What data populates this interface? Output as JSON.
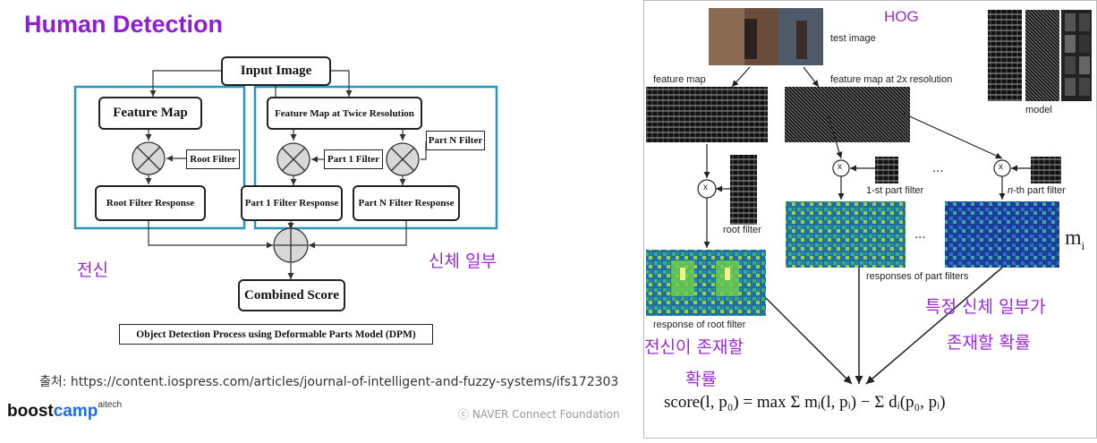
{
  "slide": {
    "title": "Human Detection",
    "source": "출처: https://content.iospress.com/articles/journal-of-intelligent-and-fuzzy-systems/ifs172303",
    "logo": {
      "main": "boost",
      "accent": "camp",
      "sup": "aitech"
    },
    "copyright": "ⓒ NAVER Connect Foundation"
  },
  "dpm_diagram": {
    "input": "Input Image",
    "feature_map": "Feature Map",
    "feature_map_2x": "Feature Map at Twice Resolution",
    "root_filter": "Root Filter",
    "part1_filter": "Part 1 Filter",
    "partN_filter": "Part N Filter",
    "root_response": "Root Filter Response",
    "part1_response": "Part 1 Filter Response",
    "partN_response": "Part N Filter Response",
    "combined": "Combined Score",
    "caption": "Object Detection Process using Deformable Parts Model (DPM)",
    "label_whole": "전신",
    "label_parts": "신체 일부"
  },
  "hog_figure": {
    "hog": "HOG",
    "test_image": "test image",
    "feature_map": "feature map",
    "feature_map_2x": "feature map at 2x resolution",
    "model": "model",
    "x_symbol": "x",
    "dots": "...",
    "part1_filter": "1-st part filter",
    "partn_filter_italic": "n",
    "partn_filter_rest": "-th part filter",
    "root_filter": "root filter",
    "m_i": "m",
    "m_i_sub": "i",
    "responses_parts": "responses of part filters",
    "response_root": "response of root filter",
    "annot_whole_line1": "전신이 존재할",
    "annot_whole_line2": "확률",
    "annot_part_line1": "특정 신체 일부가",
    "annot_part_line2": "존재할 확률",
    "formula": "score(l, p₀) = max Σ mᵢ(l, pᵢ) − Σ dᵢ(p₀, pᵢ)"
  }
}
